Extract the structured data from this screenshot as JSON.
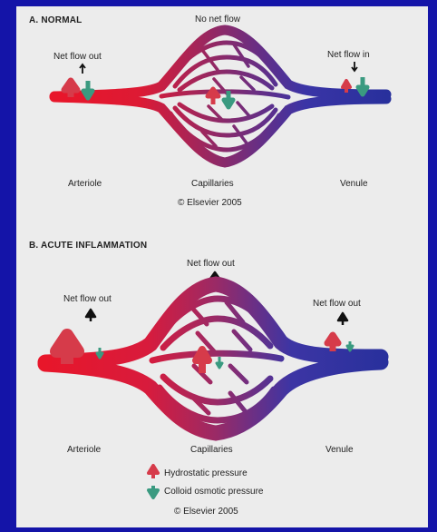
{
  "colors": {
    "slide_background": "#1414a8",
    "panel_background": "#ececec",
    "arterial_red": "#dd1a2a",
    "venous_blue": "#28309c",
    "hydrostatic_arrow": "#d63b4a",
    "osmotic_arrow": "#3a9a80"
  },
  "panel_a": {
    "title": "A. NORMAL",
    "top_label": "No net flow",
    "left_label": "Net flow out",
    "right_label": "Net flow in",
    "arteriole": "Arteriole",
    "capillaries": "Capillaries",
    "venule": "Venule",
    "copyright": "© Elsevier 2005"
  },
  "panel_b": {
    "title": "B. ACUTE INFLAMMATION",
    "top_label": "Net flow out",
    "left_label": "Net flow out",
    "right_label": "Net flow out",
    "arteriole": "Arteriole",
    "capillaries": "Capillaries",
    "venule": "Venule",
    "copyright": "© Elsevier 2005"
  },
  "legend": {
    "hydrostatic": "Hydrostatic pressure",
    "osmotic": "Colloid osmotic pressure",
    "hydrostatic_icon": "red-up-arrow",
    "osmotic_icon": "green-down-arrow"
  }
}
